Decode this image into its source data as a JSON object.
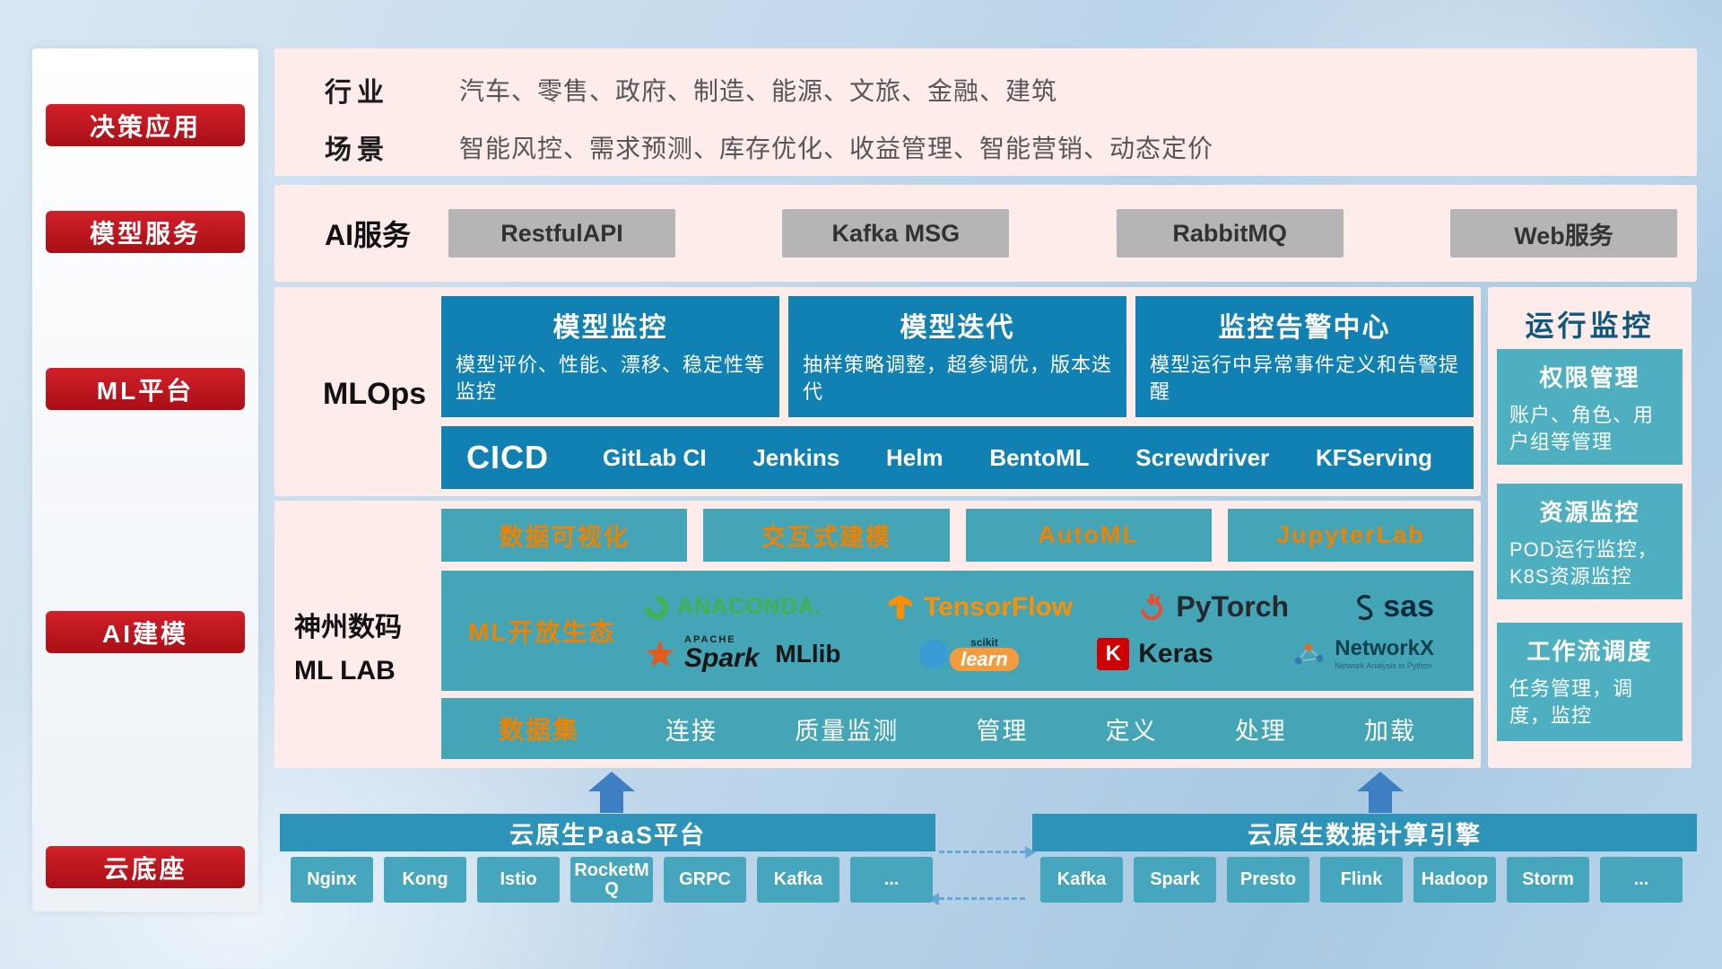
{
  "colors": {
    "accent_red": "#c01920",
    "panel_pink": "#fdecea",
    "mlops_blue": "#1180b2",
    "lab_teal": "#43a5b6",
    "monitor_teal": "#4dafc0",
    "bar_teal": "#2d93b8",
    "chip_teal": "#45a6bd",
    "orange_text": "#ef8200",
    "gray_button": "#b5b5b5"
  },
  "sidebar": {
    "items": [
      {
        "label": "决策应用"
      },
      {
        "label": "模型服务"
      },
      {
        "label": "ML平台"
      },
      {
        "label": "AI建模"
      },
      {
        "label": "云底座"
      }
    ]
  },
  "industry_panel": {
    "rows": [
      {
        "label": "行业",
        "text": "汽车、零售、政府、制造、能源、文旅、金融、建筑"
      },
      {
        "label": "场景",
        "text": "智能风控、需求预测、库存优化、收益管理、智能营销、动态定价"
      }
    ]
  },
  "ai_service_panel": {
    "label": "AI服务",
    "items": [
      "RestfulAPI",
      "Kafka MSG",
      "RabbitMQ",
      "Web服务"
    ]
  },
  "mlops_panel": {
    "label": "MLOps",
    "cards": [
      {
        "title": "模型监控",
        "desc": "模型评价、性能、漂移、稳定性等监控"
      },
      {
        "title": "模型迭代",
        "desc": "抽样策略调整，超参调优，版本迭代"
      },
      {
        "title": "监控告警中心",
        "desc": "模型运行中异常事件定义和告警提醒"
      }
    ],
    "cicd": {
      "title": "CICD",
      "items": [
        "GitLab CI",
        "Jenkins",
        "Helm",
        "BentoML",
        "Screwdriver",
        "KFServing"
      ]
    }
  },
  "mllab_panel": {
    "label_line1": "神州数码",
    "label_line2": "ML LAB",
    "tools": [
      "数据可视化",
      "交互式建模",
      "AutoML",
      "JupyterLab"
    ],
    "ecosystem": {
      "title": "ML开放生态",
      "anaconda": "ANACONDA.",
      "tensorflow": "TensorFlow",
      "pytorch": "PyTorch",
      "sas": "sas",
      "spark_apache": "APACHE",
      "spark": "Spark",
      "mllib": "MLlib",
      "scikit_top": "scikit",
      "scikit": "learn",
      "keras_mark": "K",
      "keras": "Keras",
      "networkx": "NetworkX",
      "networkx_sub": "Network Analysis in Python"
    },
    "dataset": {
      "title": "数据集",
      "items": [
        "连接",
        "质量监测",
        "管理",
        "定义",
        "处理",
        "加载"
      ]
    }
  },
  "monitor_panel": {
    "title": "运行监控",
    "cards": [
      {
        "title": "权限管理",
        "desc": "账户、角色、用户组等管理"
      },
      {
        "title": "资源监控",
        "desc": "POD运行监控，K8S资源监控"
      },
      {
        "title": "工作流调度",
        "desc": "任务管理，调度，监控"
      }
    ]
  },
  "bottom": {
    "paas": {
      "title": "云原生PaaS平台",
      "items": [
        "Nginx",
        "Kong",
        "Istio",
        "RocketMQ",
        "GRPC",
        "Kafka",
        "..."
      ]
    },
    "engine": {
      "title": "云原生数据计算引擎",
      "items": [
        "Kafka",
        "Spark",
        "Presto",
        "Flink",
        "Hadoop",
        "Storm",
        "..."
      ]
    }
  }
}
